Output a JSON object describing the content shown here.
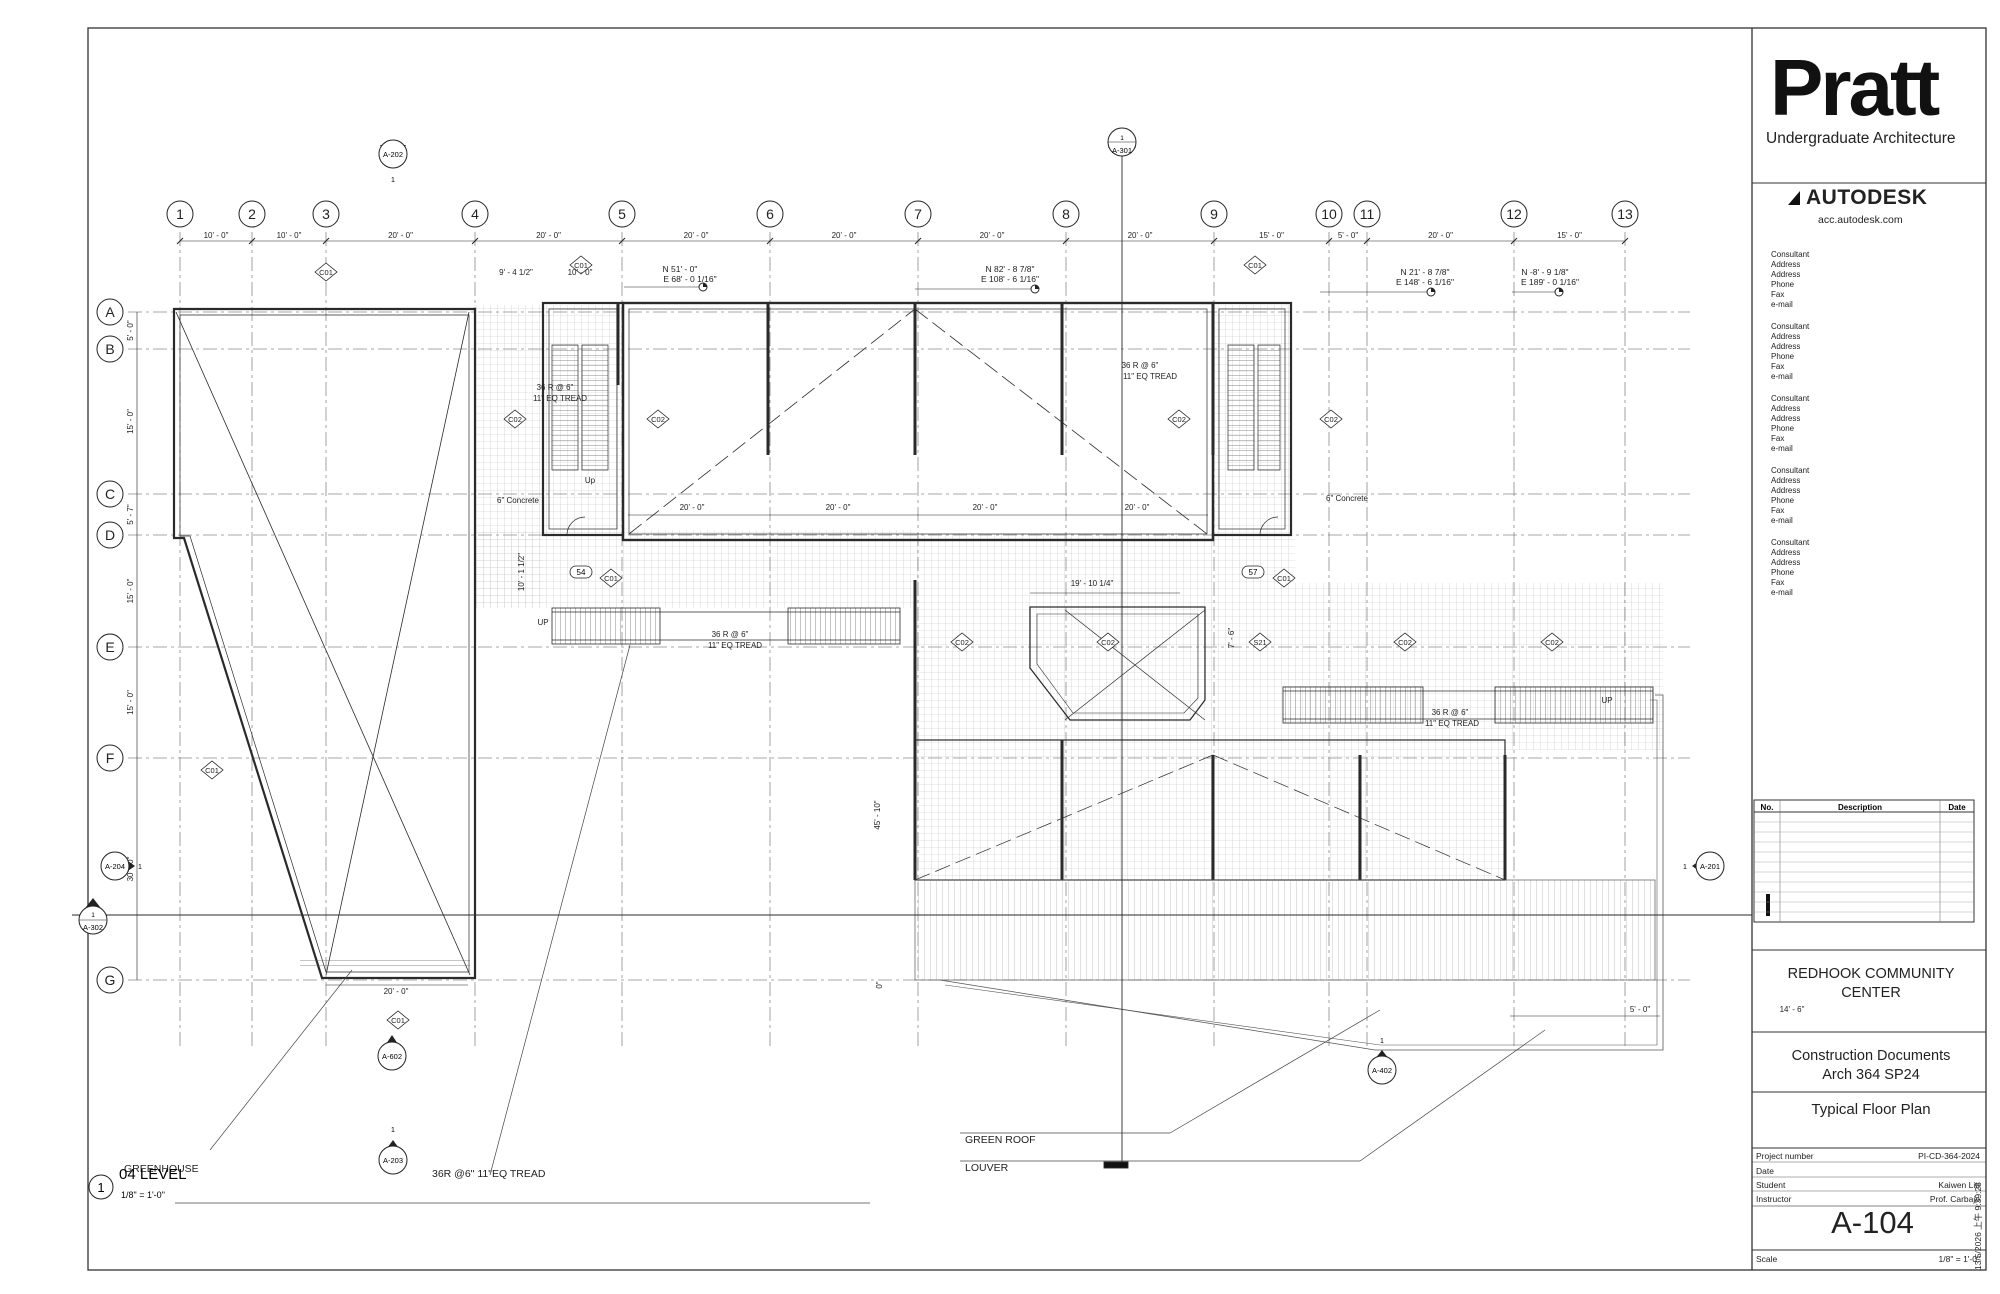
{
  "grid": {
    "columns": [
      "1",
      "2",
      "3",
      "4",
      "5",
      "6",
      "7",
      "8",
      "9",
      "10",
      "11",
      "12",
      "13"
    ],
    "rows": [
      "A",
      "B",
      "C",
      "D",
      "E",
      "F",
      "G"
    ],
    "column_dims": [
      "10' - 0\"",
      "10' - 0\"",
      "20' - 0\"",
      "20' - 0\"",
      "20' - 0\"",
      "20' - 0\"",
      "20' - 0\"",
      "20' - 0\"",
      "15' - 0\"",
      "5' - 0\"",
      "20' - 0\"",
      "15' - 0\""
    ],
    "row_dims": [
      "5' - 0\"",
      "15' - 0\"",
      "5' - 7\"",
      "15' - 0\"",
      "15' - 0\"",
      "30' - 0\""
    ]
  },
  "section_tags": {
    "a202": "A-202",
    "a301": "A-301",
    "a201": "A-201",
    "a204": "A-204",
    "a302": "A-302",
    "a602": "A-602",
    "a203": "A-203",
    "a402": "A-402",
    "one": "1"
  },
  "tags": {
    "c01": "C01",
    "c02": "C02",
    "s21": "S21",
    "door54": "54",
    "door57": "57"
  },
  "annotations": {
    "stair_left": [
      "36 R @ 6\"",
      "11\" EQ TREAD"
    ],
    "stair_right": [
      "36 R @ 6\"",
      "11\" EQ TREAD"
    ],
    "stair_mid": [
      "36 R @ 6\"",
      "11\" EQ TREAD"
    ],
    "stair_east": [
      "36 R @ 6\"",
      "11\" EQ TREAD"
    ],
    "up": "Up",
    "up_caps": "UP",
    "concrete": "6\" Concrete",
    "coord1": [
      "N 51' - 0\"",
      "E 68' - 0 1/16\""
    ],
    "coord2": [
      "N 82' - 8 7/8\"",
      "E 108' - 6 1/16\""
    ],
    "coord3": [
      "N 21' - 8 7/8\"",
      "E 148' - 6 1/16\""
    ],
    "coord4": [
      "N -8' - 9 1/8\"",
      "E 189' - 0 1/16\""
    ],
    "dim_9_4": "9' - 4 1/2\"",
    "dim_10": "10' - 0\"",
    "dim_20": "20' - 0\"",
    "dim_19_10": "19' - 10 1/4\"",
    "dim_10_1": "10' - 1 1/2\"",
    "dim_7_6": "7' - 6\"",
    "dim_45_10": "45' - 10\"",
    "dim_14_6": "14' - 6\"",
    "dim_5": "5' - 0\"",
    "dim_0": "0\"",
    "greenhouse": "GREENHOUSE",
    "tread_note": "36R @6\" 11\"EQ TREAD",
    "green_roof": "GREEN ROOF",
    "louver": "LOUVER"
  },
  "view": {
    "number": "1",
    "title": "04 LEVEL",
    "scale": "1/8\" = 1'-0\""
  },
  "title_block": {
    "logo": "Pratt",
    "school": "Undergraduate Architecture",
    "autodesk": "AUTODESK",
    "autodesk_url": "acc.autodesk.com",
    "consultants": [
      [
        "Consultant",
        "Address",
        "Address",
        "Phone",
        "Fax",
        "e-mail"
      ],
      [
        "Consultant",
        "Address",
        "Address",
        "Phone",
        "Fax",
        "e-mail"
      ],
      [
        "Consultant",
        "Address",
        "Address",
        "Phone",
        "Fax",
        "e-mail"
      ],
      [
        "Consultant",
        "Address",
        "Address",
        "Phone",
        "Fax",
        "e-mail"
      ],
      [
        "Consultant",
        "Address",
        "Address",
        "Phone",
        "Fax",
        "e-mail"
      ]
    ],
    "revision_headers": [
      "No.",
      "Description",
      "Date"
    ],
    "project_name": [
      "REDHOOK COMMUNITY",
      "CENTER"
    ],
    "set_name": [
      "Construction Documents",
      "Arch 364 SP24"
    ],
    "drawing_name": "Typical Floor Plan",
    "info": [
      {
        "label": "Project number",
        "value": "PI-CD-364-2024"
      },
      {
        "label": "Date",
        "value": ""
      },
      {
        "label": "Student",
        "value": "Kaiwen Liu"
      },
      {
        "label": "Instructor",
        "value": "Prof. Carbajo"
      }
    ],
    "sheet_number": "A-104",
    "scale_label": "Scale",
    "scale_value": "1/8\" = 1'-0\"",
    "timestamp": "13/5/2026 上午 9:39:28"
  },
  "colors": {
    "line": "#2a2a2a",
    "grid": "#888888",
    "hatch": "#b5b5b5"
  }
}
